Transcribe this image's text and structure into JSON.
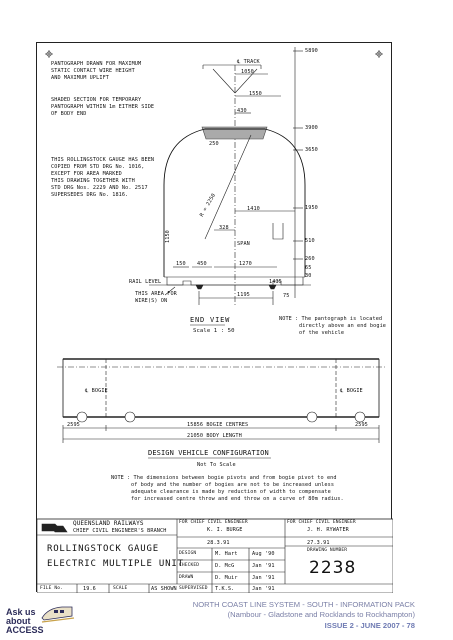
{
  "drawing": {
    "top_notes": {
      "pantograph_1": "PANTOGRAPH DRAWN FOR MAXIMUM",
      "pantograph_2": "STATIC CONTACT WIRE HEIGHT",
      "pantograph_3": "AND MAXIMUM UPLIFT",
      "shadow_1": "SHADED SECTION FOR TEMPORARY",
      "shadow_2": "PANTOGRAPH WITHIN 1m EITHER SIDE",
      "shadow_3": "OF BODY END"
    },
    "track_label": "℄ TRACK",
    "dims": {
      "d1050": "1050",
      "d1550": "1550",
      "d430": "430",
      "d250": "250",
      "d1410": "1410",
      "d328": "328",
      "d150": "150",
      "d450": "450",
      "d1270": "1270",
      "d1435": "1435",
      "d1195": "1195",
      "d75": "75",
      "d1150": "1150",
      "d5890": "5890",
      "d3900": "3900",
      "d3650": "3650",
      "d1950": "1950",
      "d510": "510",
      "d260": "260",
      "d65": "65",
      "d30": "30",
      "radius": "R = 2250",
      "span": "SPAN",
      "rail_level": "RAIL LEVEL"
    },
    "gauge_note": [
      "THIS ROLLINGSTOCK GAUGE HAS BEEN",
      "COPIED FROM STD DRG No. 1016,",
      "EXCEPT FOR AREA MARKED",
      "THIS DRAWING TOGETHER WITH",
      "STD DRG Nos. 2229 AND No. 2517",
      "SUPERSEDES DRG No. 1816."
    ],
    "free_area": [
      "THIS AREA FOR",
      "WIRE(S) ON"
    ],
    "end_view": {
      "title": "END VIEW",
      "scale": "Scale 1 : 50"
    },
    "note_right": [
      "NOTE : The pantograph is located",
      "directly above an end bogie",
      "of the vehicle"
    ],
    "vehicle": {
      "bogie_left": "℄ BOGIE",
      "bogie_right": "℄ BOGIE",
      "dim_left": "2595",
      "dim_centres": "15856 BOGIE CENTRES",
      "dim_right": "2595",
      "length": "21050 BODY LENGTH",
      "title": "DESIGN VEHICLE CONFIGURATION",
      "scale": "Not To Scale"
    },
    "note_bottom": [
      "NOTE : The dimensions between bogie pivots and from bogie pivot to end",
      "of body and the number of bogies are not to be increased unless",
      "adequate clearance is made by reduction of width to compensate",
      "for increased centre throw and end throw on a curve of 80m radius."
    ]
  },
  "title_block": {
    "org": "QUEENSLAND RAILWAYS",
    "branch": "CHIEF CIVIL ENGINEER'S BRANCH",
    "title_1": "ROLLINGSTOCK GAUGE",
    "title_2": "ELECTRIC MULTIPLE UNIT",
    "for_cce": "FOR CHIEF CIVIL ENGINEER",
    "approved_name": "K. I. BURGE",
    "approved_date": "28.3.91",
    "for_cce_label": "FOR CHIEF CIVIL ENGINEER",
    "engineer_name": "J. H. RYWATER",
    "engineer_date": "27.3.91",
    "drawing_number_label": "DRAWING NUMBER",
    "drawing_number": "2238",
    "rows": [
      {
        "role": "DESIGN",
        "name": "M. Hart",
        "date": "Aug '90"
      },
      {
        "role": "CHECKED",
        "name": "D. McG",
        "date": "Jan '91"
      },
      {
        "role": "DRAWN",
        "name": "D. Muir",
        "date": "Jan '91"
      },
      {
        "role": "SUPERVISED",
        "name": "T.K.S.",
        "date": "Jan '91"
      }
    ],
    "file_label": "FILE No.",
    "file_value": "19.6",
    "scale_label": "SCALE",
    "scale_value": "AS SHOWN"
  },
  "footer": {
    "ask_line1": "Ask us",
    "ask_line2": "about",
    "ask_line3": "ACCESS",
    "line1": "NORTH COAST LINE SYSTEM - SOUTH - INFORMATION PACK",
    "line2": "(Nambour - Gladstone and Rocklands to Rockhampton)",
    "line3": "ISSUE 2 - JUNE 2007 - 78"
  }
}
